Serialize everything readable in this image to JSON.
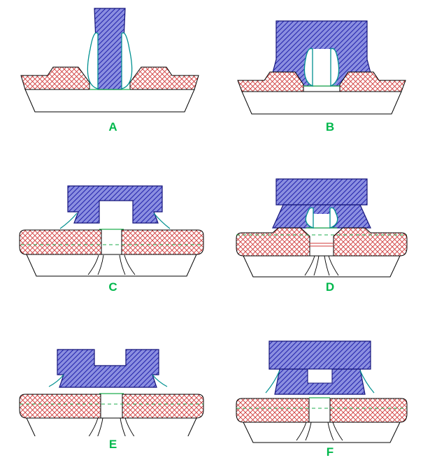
{
  "figure": {
    "panels": [
      {
        "id": "A",
        "label": "A"
      },
      {
        "id": "B",
        "label": "B"
      },
      {
        "id": "C",
        "label": "C"
      },
      {
        "id": "D",
        "label": "D"
      },
      {
        "id": "E",
        "label": "E"
      },
      {
        "id": "F",
        "label": "F"
      }
    ]
  },
  "colors": {
    "background": "#ffffff",
    "outline": "#000000",
    "gate_fill": "#8b8fe0",
    "gate_hatch": "#2626ae",
    "gate_outline": "#14147a",
    "sd_hatch": "#d03a3a",
    "spacer": "#009090",
    "channel_green": "#1fae4e",
    "label_green": "#00b84c"
  }
}
